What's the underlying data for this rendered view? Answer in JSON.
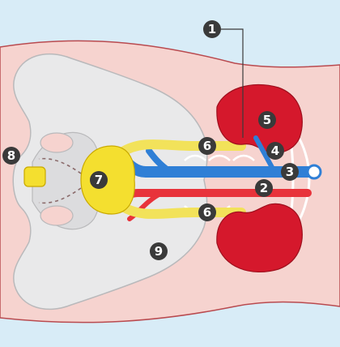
{
  "colors": {
    "background": "#d8ecf7",
    "body": "#f6d3cf",
    "skeleton": "#e9e9ea",
    "kidney": "#d5182c",
    "vein": "#2f7fd6",
    "artery": "#e8333b",
    "ureter": "#f2e25a",
    "bladder": "#f4df2f",
    "marker": "#3a3a3a"
  },
  "markers": [
    "1",
    "2",
    "3",
    "4",
    "5",
    "6",
    "6",
    "7",
    "8",
    "9"
  ]
}
